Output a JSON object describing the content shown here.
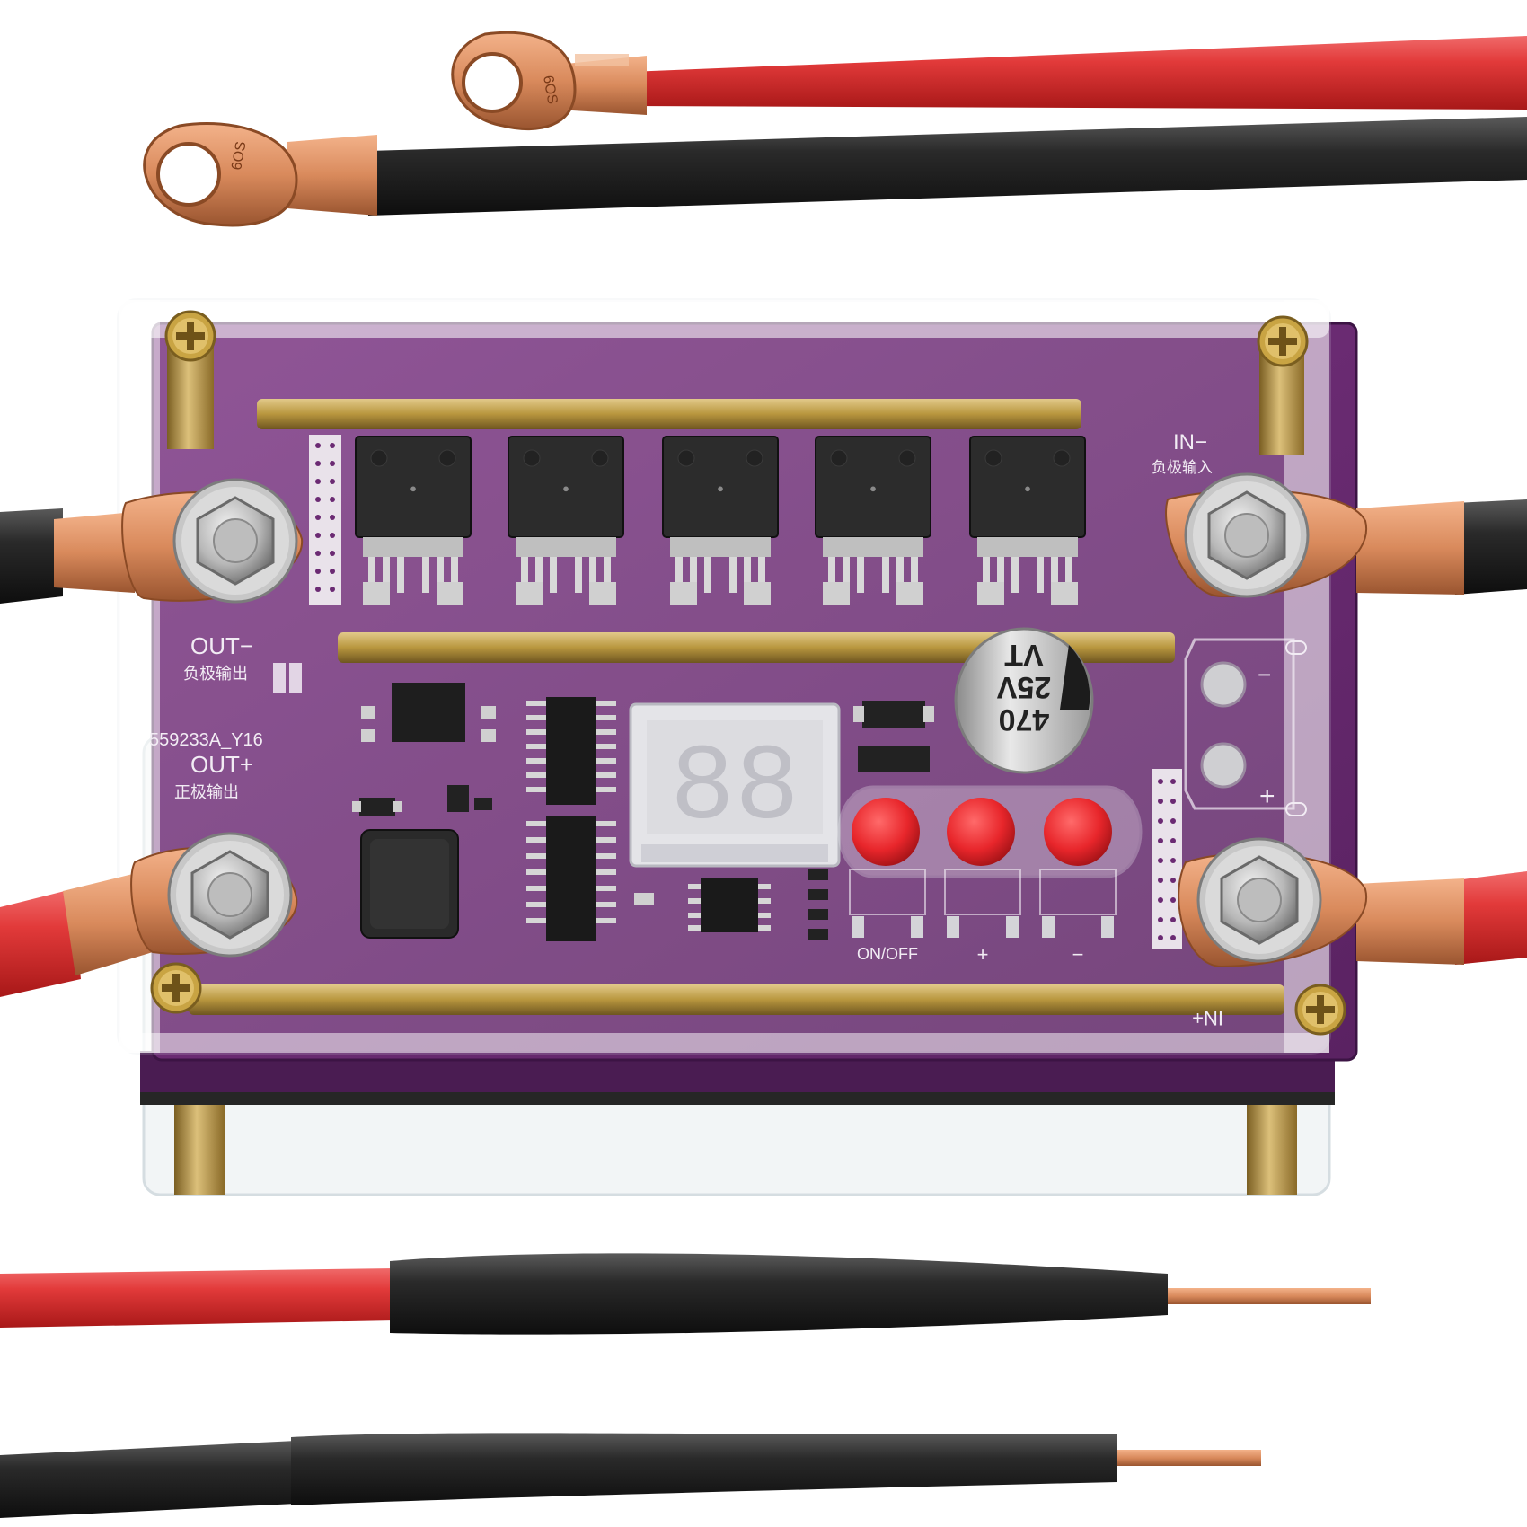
{
  "board": {
    "out_minus": "OUT−",
    "out_minus_cn": "负极输出",
    "model": "559233A_Y16",
    "out_plus": "OUT+",
    "out_plus_cn": "正极输出",
    "in_minus": "IN−",
    "in_minus_cn": "负极输入",
    "in_plus": "IN+",
    "on_off": "ON/OFF",
    "btn_plus": "+",
    "btn_minus": "−",
    "sign_plus": "+",
    "sign_minus": "−"
  },
  "display": {
    "digits": "88"
  },
  "capacitor": {
    "value": "470",
    "voltage": "25V",
    "brand": "VT"
  },
  "lugs": {
    "stamp": "6OS"
  },
  "colors": {
    "pcb": "#6b2a73",
    "copper": "#d98a5c",
    "red_wire": "#e23a3a",
    "black_wire": "#2a2a2a",
    "button": "#e8262b",
    "brass": "#b8963e"
  }
}
